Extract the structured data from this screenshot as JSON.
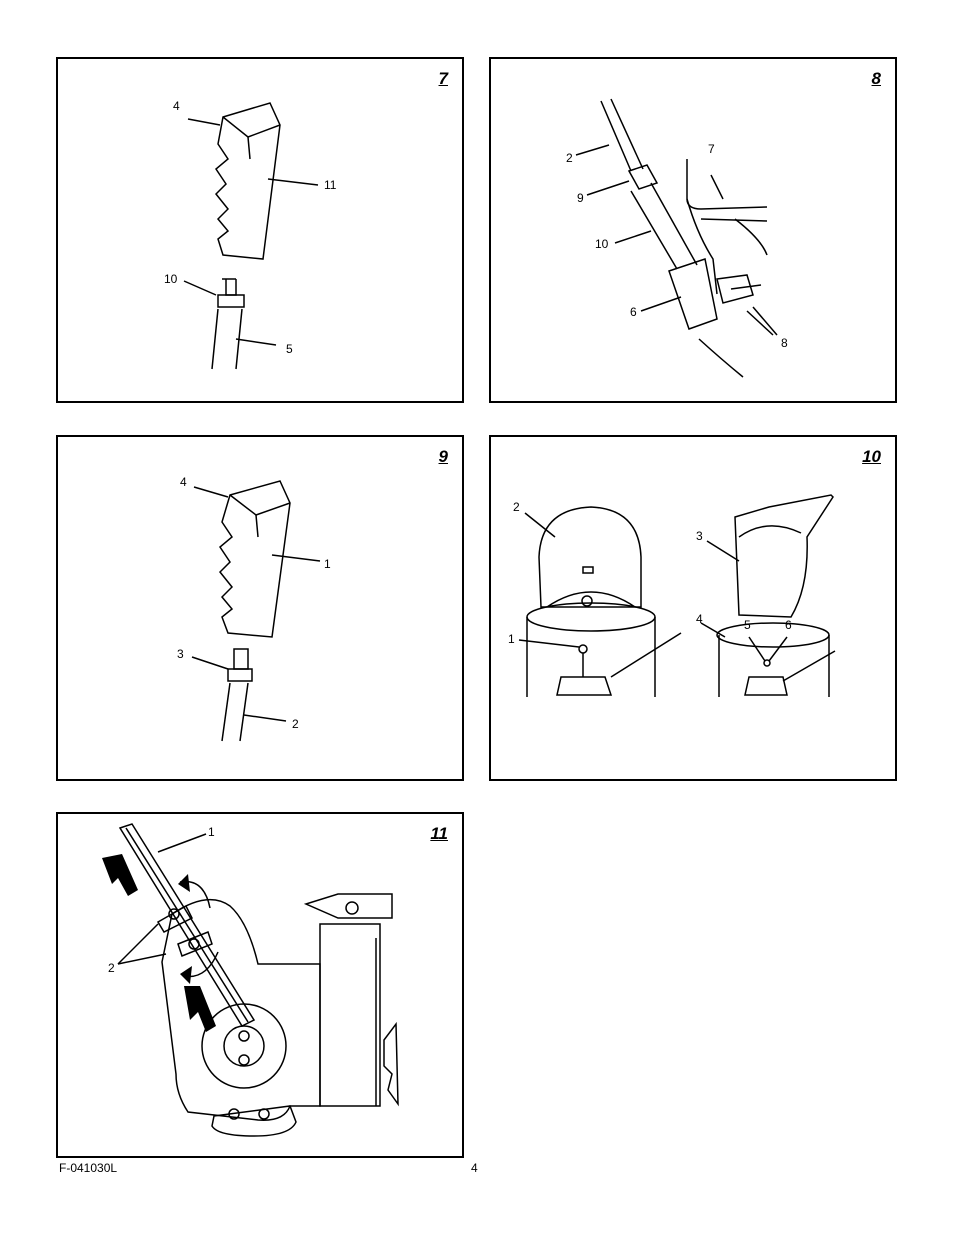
{
  "figures": [
    {
      "number": "7",
      "callouts": [
        "4",
        "11",
        "10",
        "5"
      ]
    },
    {
      "number": "8",
      "callouts": [
        "2",
        "7",
        "9",
        "10",
        "6",
        "8"
      ]
    },
    {
      "number": "9",
      "callouts": [
        "4",
        "1",
        "3",
        "2"
      ]
    },
    {
      "number": "10",
      "callouts": [
        "2",
        "3",
        "1",
        "4",
        "5",
        "6"
      ]
    },
    {
      "number": "11",
      "callouts": [
        "1",
        "2"
      ]
    }
  ],
  "footer": {
    "doc_code": "F-041030L",
    "page_number": "4"
  }
}
